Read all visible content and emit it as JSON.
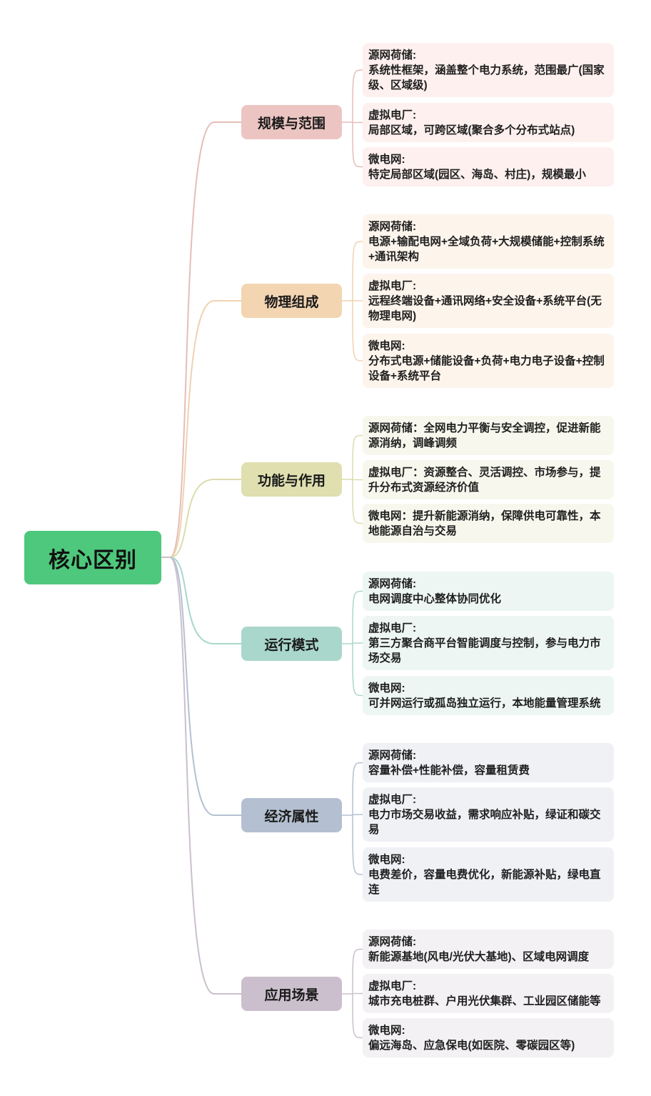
{
  "root": {
    "label": "核心区别"
  },
  "branches": [
    {
      "label": "规模与范围",
      "color": "#ecc5c2",
      "line": "#e5bdb9",
      "leaf_bg": "#fdf0ef",
      "items": [
        "源网荷储:\n系统性框架，涵盖整个电力系统，范围最广(国家级、区域级)",
        "虚拟电厂:\n局部区域，可跨区域(聚合多个分布式站点)",
        "微电网:\n特定局部区域(园区、海岛、村庄)，规模最小"
      ]
    },
    {
      "label": "物理组成",
      "color": "#f3d5b2",
      "line": "#efd2b0",
      "leaf_bg": "#fdf4ec",
      "items": [
        "源网荷储:\n电源+输配电网+全域负荷+大规模储能+控制系统+通讯架构",
        "虚拟电厂:\n远程终端设备+通讯网络+安全设备+系统平台(无物理电网)",
        "微电网:\n分布式电源+储能设备+负荷+电力电子设备+控制设备+系统平台"
      ]
    },
    {
      "label": "功能与作用",
      "color": "#dfdfb0",
      "line": "#dcdcae",
      "leaf_bg": "#f7f7ee",
      "items": [
        "源网荷储：全网电力平衡与安全调控，促进新能源消纳，调峰调频",
        "虚拟电厂：资源整合、灵活调控、市场参与，提升分布式资源经济价值",
        "微电网：提升新能源消纳，保障供电可靠性，本地能源自治与交易"
      ]
    },
    {
      "label": "运行模式",
      "color": "#a9d7cb",
      "line": "#a9d7cb",
      "leaf_bg": "#edf6f3",
      "items": [
        "源网荷储:\n电网调度中心整体协同优化",
        "虚拟电厂:\n第三方聚合商平台智能调度与控制，参与电力市场交易",
        "微电网:\n可并网运行或孤岛独立运行，本地能量管理系统"
      ]
    },
    {
      "label": "经济属性",
      "color": "#b4c0d1",
      "line": "#b4c0d1",
      "leaf_bg": "#eff1f5",
      "items": [
        "源网荷储:\n容量补偿+性能补偿，容量租赁费",
        "虚拟电厂:\n电力市场交易收益，需求响应补贴，绿证和碳交易",
        "微电网:\n电费差价，容量电费优化，新能源补贴，绿电直连"
      ]
    },
    {
      "label": "应用场景",
      "color": "#cbbfcd",
      "line": "#cbbfcd",
      "leaf_bg": "#f3f1f4",
      "items": [
        "源网荷储:\n新能源基地(风电/光伏大基地)、区域电网调度",
        "虚拟电厂:\n城市充电桩群、户用光伏集群、工业园区储能等",
        "微电网:\n偏远海岛、应急保电(如医院、零碳园区等)"
      ]
    }
  ]
}
